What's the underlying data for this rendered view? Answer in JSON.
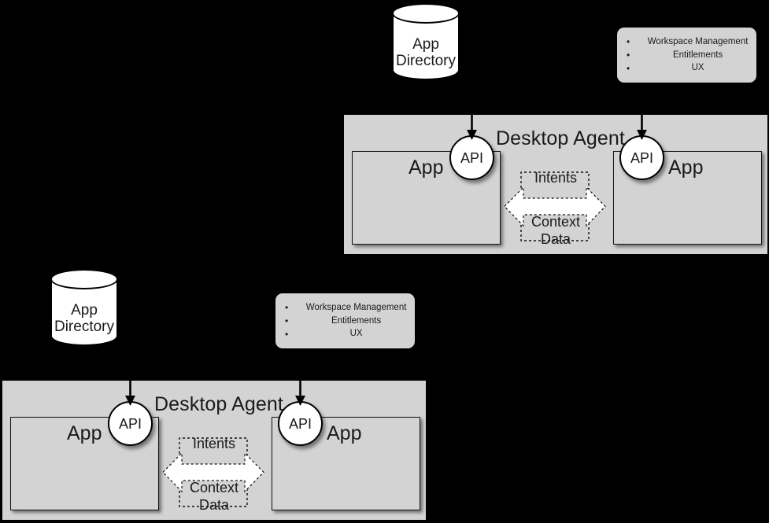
{
  "background_color": "#000000",
  "palette": {
    "container_gray": "#d3d3d3",
    "node_white": "#ffffff",
    "stroke_black": "#000000",
    "text_black": "#1a1a1a"
  },
  "diagrams": [
    {
      "id": "top",
      "agent": {
        "title": "Desktop Agent"
      },
      "directory": {
        "line1": "App",
        "line2": "Directory"
      },
      "note": {
        "bullet_glyph": "•",
        "items": [
          "Workspace Management",
          "Entitlements",
          "UX"
        ]
      },
      "apps": [
        {
          "label": "App",
          "api_label": "API"
        },
        {
          "label": "App",
          "api_label": "API"
        }
      ],
      "flows": {
        "top_label": "Intents",
        "bottom_label_line1": "Context",
        "bottom_label_line2": "Data"
      }
    },
    {
      "id": "bottom",
      "agent": {
        "title": "Desktop Agent"
      },
      "directory": {
        "line1": "App",
        "line2": "Directory"
      },
      "note": {
        "bullet_glyph": "•",
        "items": [
          "Workspace Management",
          "Entitlements",
          "UX"
        ]
      },
      "apps": [
        {
          "label": "App",
          "api_label": "API"
        },
        {
          "label": "App",
          "api_label": "API"
        }
      ],
      "flows": {
        "top_label": "Intents",
        "bottom_label_line1": "Context",
        "bottom_label_line2": "Data"
      }
    }
  ]
}
